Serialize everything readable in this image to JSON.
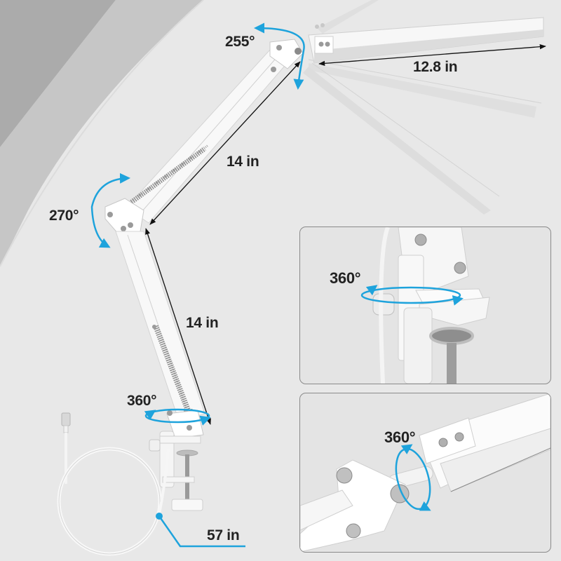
{
  "product": {
    "type": "swing-arm desk lamp",
    "accent_color": "#1ea3dc",
    "text_color": "#222222"
  },
  "main_view": {
    "rotation_labels": {
      "head_joint": "255°",
      "elbow_joint": "270°",
      "base_swivel": "360°"
    },
    "dimension_labels": {
      "lamp_head_length": "12.8 in",
      "upper_arm_length": "14 in",
      "lower_arm_length": "14 in",
      "cable_length": "57 in"
    }
  },
  "insets": [
    {
      "name": "clamp-base-detail",
      "rotation_label": "360°"
    },
    {
      "name": "head-joint-detail",
      "rotation_label": "360°"
    }
  ]
}
